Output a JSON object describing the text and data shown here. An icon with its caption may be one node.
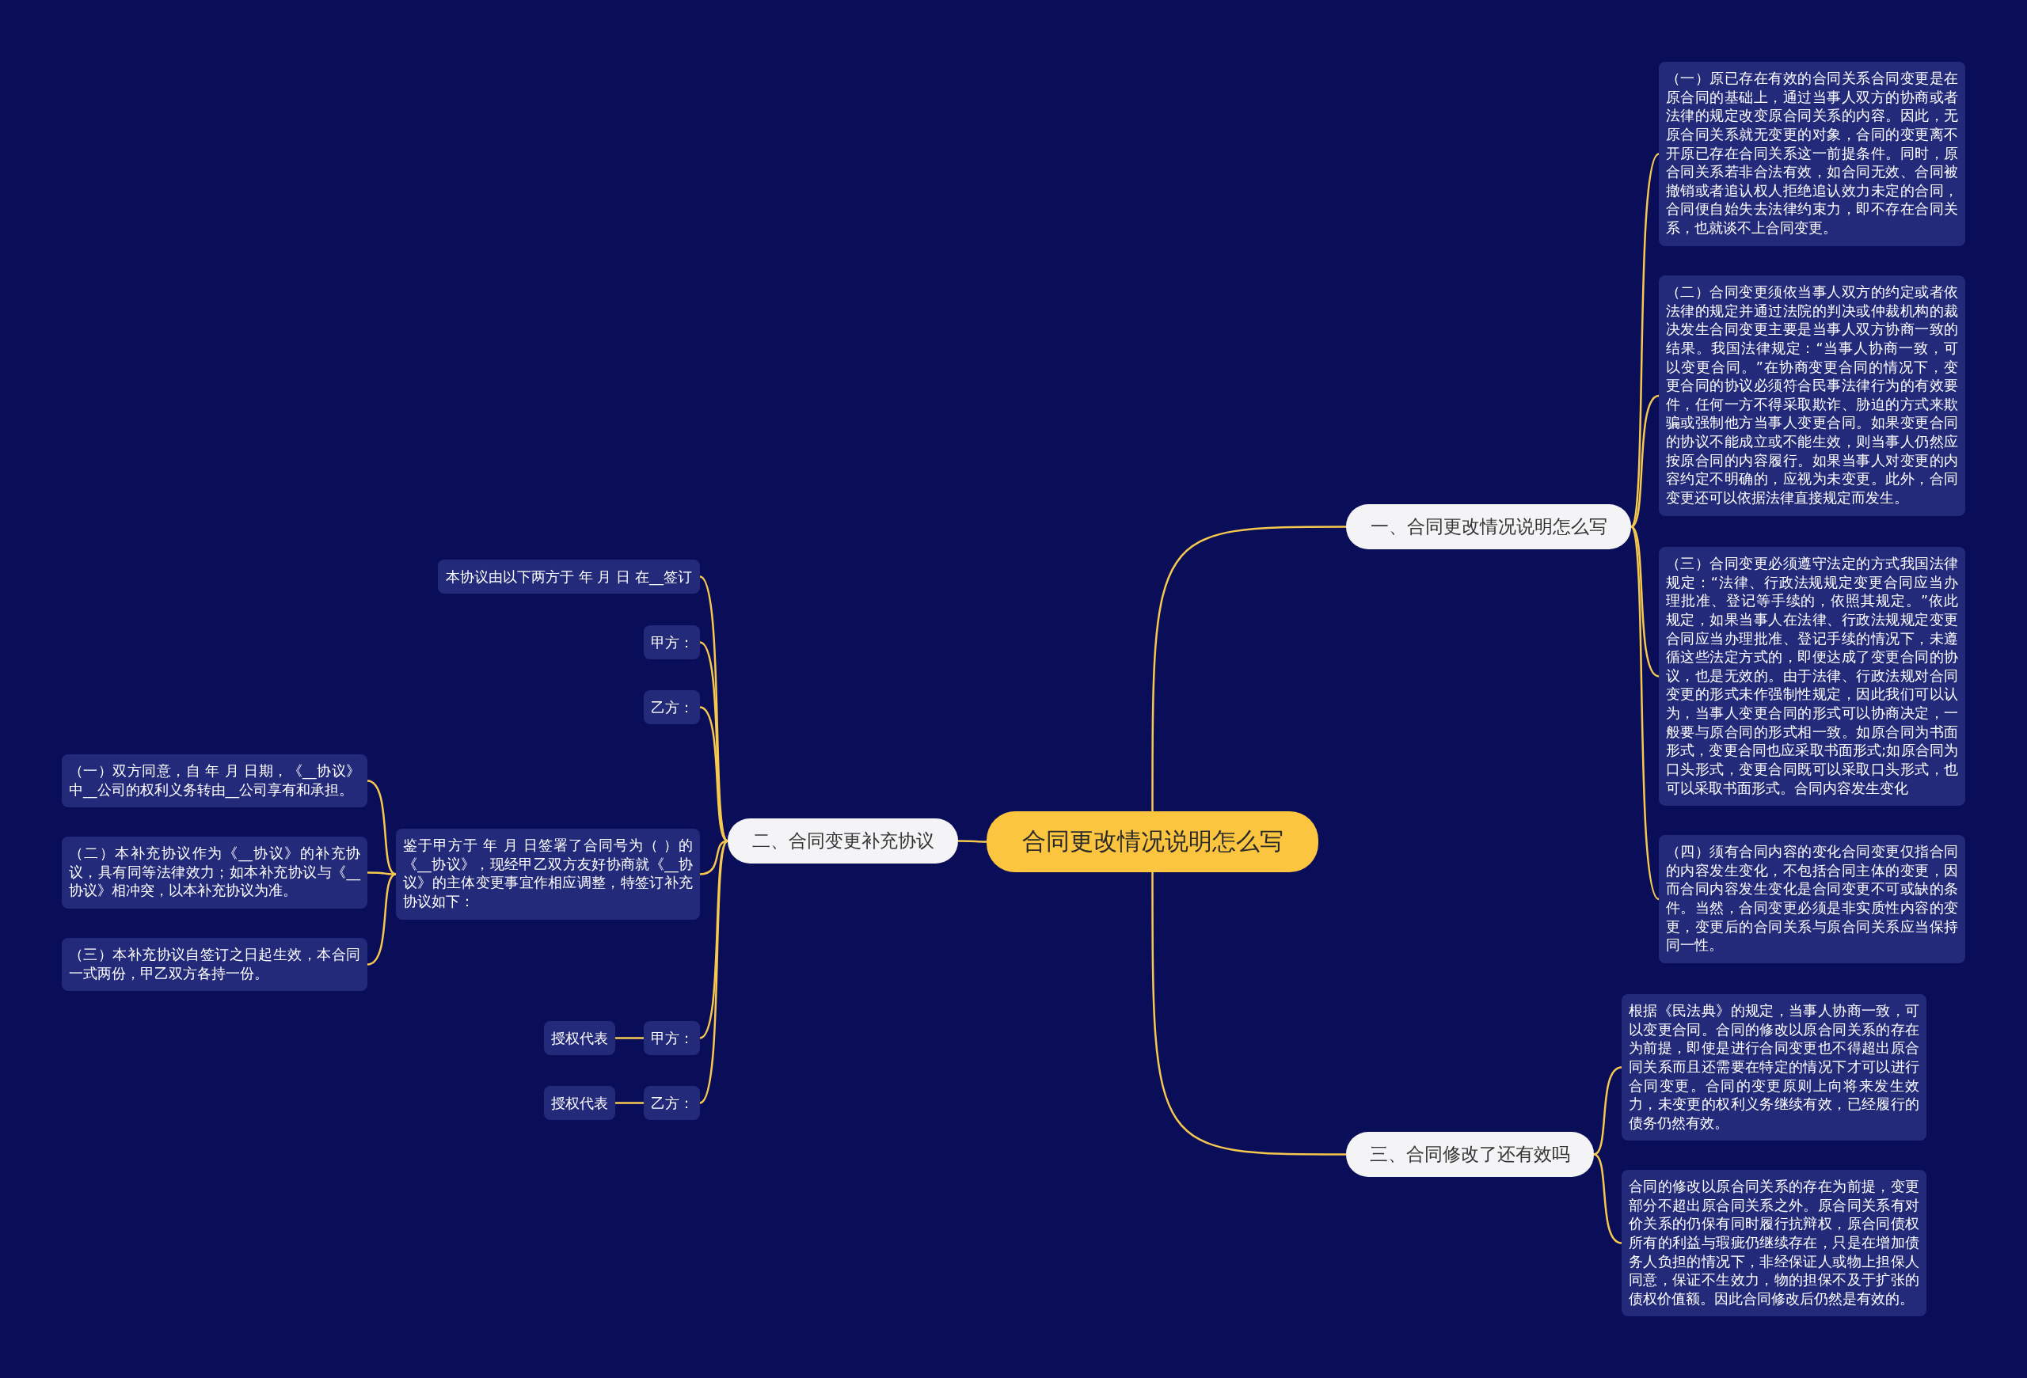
{
  "diagram": {
    "nodes": [
      {
        "text": [
          "合同更改情况说明怎么写"
        ]
      },
      {
        "text": [
          "一、合同更改情况说明怎么写"
        ]
      },
      {
        "text": [
          "（一）原已存在有效的合同关系合同变更是在原合同的基础上，通过当事人双方的协商或者法律的规定改变原合同关系的内容。因此，无原合同关系就无变更的对象，合同的变更离不开原已存在合同关系这一前提条件。同时，原合同关系若非合法有效，如合同无效、合同被撤销或者追认权人拒绝追认效力未定的合同，合同便自始失去法律约束力，即不存在合同关系，也就谈不上合同变更。"
        ]
      },
      {
        "text": [
          "（二）合同变更须依当事人双方的约定或者依法律的规定并通过法院的判决或仲裁机构的裁决发生合同变更主要是当事人双方协商一致的结果。我国法律规定：“当事人协商一致，可以变更合同。”在协商变更合同的情况下，变更合同的协议必须符合民事法律行为的有效要件，任何一方不得采取欺诈、胁迫的方式来欺骗或强制他方当事人变更合同。如果变更合同的协议不能成立或不能生效，则当事人仍然应按原合同的内容履行。如果当事人对变更的内容约定不明确的，应视为未变更。此外，合同变更还可以依据法律直接规定而发生。"
        ]
      },
      {
        "text": [
          "（三）合同变更必须遵守法定的方式我国法律规定：“法律、行政法规规定变更合同应当办理批准、登记等手续的，依照其规定。”依此规定，如果当事人在法律、行政法规规定变更合同应当办理批准、登记手续的情况下，未遵循这些法定方式的，即便达成了变更合同的协议，也是无效的。由于法律、行政法规对合同变更的形式未作强制性规定，因此我们可以认为，当事人变更合同的形式可以协商决定，一般要与原合同的形式相一致。如原合同为书面形式，变更合同也应采取书面形式;如原合同为口头形式，变更合同既可以采取口头形式，也可以采取书面形式。合同内容发生变化"
        ]
      },
      {
        "text": [
          "（四）须有合同内容的变化合同变更仅指合同的内容发生变化，不包括合同主体的变更，因而合同内容发生变化是合同变更不可或缺的条件。当然，合同变更必须是非实质性内容的变更，变更后的合同关系与原合同关系应当保持同一性。"
        ]
      },
      {
        "text": [
          "二、合同变更补充协议"
        ]
      },
      {
        "text": [
          "本协议由以下两方于 年 月 日 在__签订"
        ]
      },
      {
        "text": [
          "甲方："
        ]
      },
      {
        "text": [
          "乙方："
        ]
      },
      {
        "text": [
          "鉴于甲方于 年 月 日签署了合同号为（ ）的《__协议》，现经甲乙双方友好协商就《__协议》的主体变更事宜作相应调整，特签订补充协议如下："
        ]
      },
      {
        "text": [
          "（一）双方同意，自 年 月 日期，《__协议》中__公司的权利义务转由__公司享有和承担。"
        ]
      },
      {
        "text": [
          "（二）本补充协议作为《__协议》的补充协议，具有同等法律效力；如本补充协议与《__协议》相冲突，以本补充协议为准。"
        ]
      },
      {
        "text": [
          "（三）本补充协议自签订之日起生效，本合同一式两份，甲乙双方各持一份。"
        ]
      },
      {
        "text": [
          "甲方："
        ]
      },
      {
        "text": [
          "授权代表"
        ]
      },
      {
        "text": [
          "乙方："
        ]
      },
      {
        "text": [
          "授权代表"
        ]
      },
      {
        "text": [
          "三、合同修改了还有效吗"
        ]
      },
      {
        "text": [
          "根据《民法典》的规定，当事人协商一致，可以变更合同。合同的修改以原合同关系的存在为前提，即使是进行合同变更也不得超出原合同关系而且还需要在特定的情况下才可以进行合同变更。合同的变更原则上向将来发生效力，未变更的权利义务继续有效，已经履行的债务仍然有效。"
        ]
      },
      {
        "text": [
          "合同的修改以原合同关系的存在为前提，变更部分不超出原合同关系之外。原合同关系有对价关系的仍保有同时履行抗辩权，原合同债权所有的利益与瑕疵仍继续存在，只是在增加债务人负担的情况下，非经保证人或物上担保人同意，保证不生效力，物的担保不及于扩张的债权价值额。因此合同修改后仍然是有效的。"
        ]
      }
    ],
    "edges": [
      {
        "from": 0,
        "to": 1,
        "arrow": "none"
      },
      {
        "from": 1,
        "to": 2,
        "arrow": "none"
      },
      {
        "from": 1,
        "to": 3,
        "arrow": "none"
      },
      {
        "from": 1,
        "to": 4,
        "arrow": "none"
      },
      {
        "from": 1,
        "to": 5,
        "arrow": "none"
      },
      {
        "from": 0,
        "to": 6,
        "arrow": "none"
      },
      {
        "from": 6,
        "to": 7,
        "arrow": "none"
      },
      {
        "from": 6,
        "to": 8,
        "arrow": "none"
      },
      {
        "from": 6,
        "to": 9,
        "arrow": "none"
      },
      {
        "from": 6,
        "to": 10,
        "arrow": "none"
      },
      {
        "from": 10,
        "to": 11,
        "arrow": "none"
      },
      {
        "from": 10,
        "to": 12,
        "arrow": "none"
      },
      {
        "from": 10,
        "to": 13,
        "arrow": "none"
      },
      {
        "from": 6,
        "to": 14,
        "arrow": "none"
      },
      {
        "from": 14,
        "to": 15,
        "arrow": "none"
      },
      {
        "from": 6,
        "to": 16,
        "arrow": "none"
      },
      {
        "from": 16,
        "to": 17,
        "arrow": "none"
      },
      {
        "from": 0,
        "to": 18,
        "arrow": "none"
      },
      {
        "from": 18,
        "to": 19,
        "arrow": "none"
      },
      {
        "from": 18,
        "to": 20,
        "arrow": "none"
      }
    ]
  }
}
